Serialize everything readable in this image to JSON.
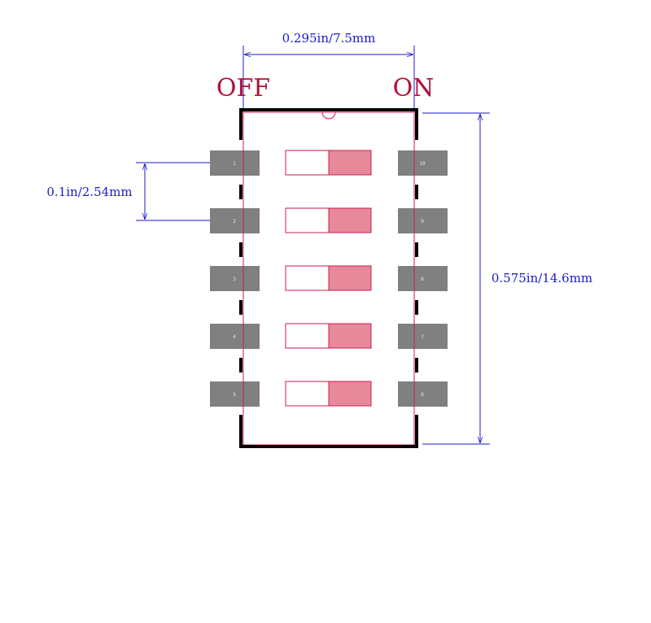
{
  "labels": {
    "off": "OFF",
    "on": "ON"
  },
  "dimensions": {
    "width": "0.295in/7.5mm",
    "pitch": "0.1in/2.54mm",
    "height": "0.575in/14.6mm"
  },
  "pins": {
    "left": [
      "1",
      "2",
      "3",
      "4",
      "5"
    ],
    "right": [
      "10",
      "9",
      "8",
      "7",
      "6"
    ]
  },
  "colors": {
    "dimension": "#1a1acc",
    "courtyard": "#cc1a4d",
    "switch_fill": "#e6899a",
    "pad": "#808080",
    "silkscreen": "#000000"
  }
}
